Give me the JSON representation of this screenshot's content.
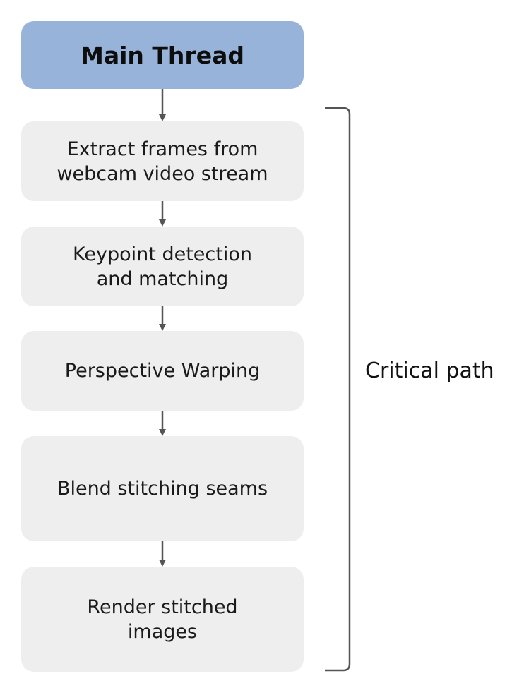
{
  "diagram": {
    "header": {
      "title": "Main Thread"
    },
    "steps": [
      {
        "label": "Extract frames from\nwebcam video stream"
      },
      {
        "label": "Keypoint detection\nand matching"
      },
      {
        "label": "Perspective Warping"
      },
      {
        "label": "Blend stitching seams"
      },
      {
        "label": "Render stitched\nimages"
      }
    ],
    "bracket": {
      "label": "Critical path"
    },
    "colors": {
      "header_fill": "#97b3d9",
      "step_fill": "#eeeeee",
      "arrow": "#555555",
      "bracket": "#555555"
    }
  }
}
